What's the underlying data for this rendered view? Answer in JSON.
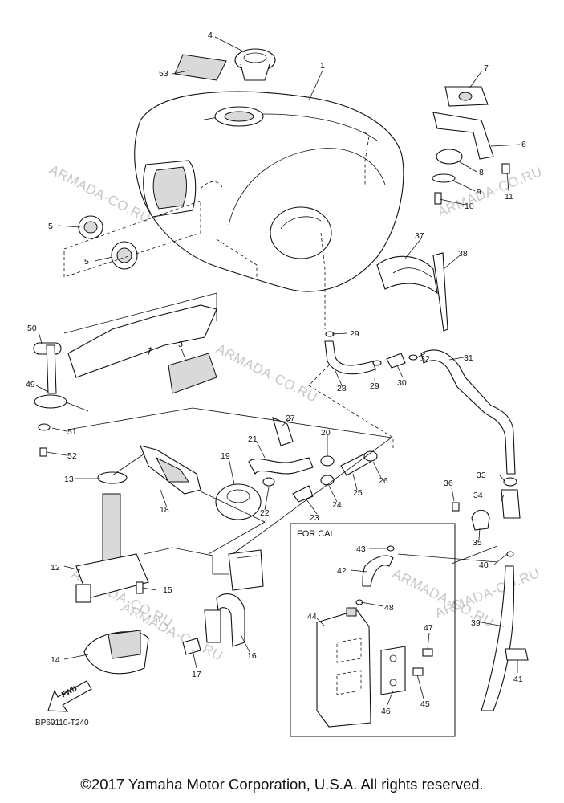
{
  "watermarks": [
    "ARMADA-CO.RU",
    "ARMADA-CO.RU",
    "ARMADA-CO.RU",
    "ARMADA-CO.RU",
    "ARMADA-CO.RU",
    "ARMADA-CO.RU",
    "ARMADA-CO.RU"
  ],
  "callouts": [
    "1",
    "2",
    "3",
    "4",
    "5",
    "5",
    "6",
    "7",
    "8",
    "9",
    "10",
    "11",
    "12",
    "13",
    "14",
    "15",
    "16",
    "17",
    "18",
    "19",
    "20",
    "21",
    "22",
    "23",
    "24",
    "25",
    "26",
    "27",
    "28",
    "29",
    "29",
    "30",
    "31",
    "32",
    "33",
    "34",
    "35",
    "36",
    "37",
    "38",
    "39",
    "40",
    "41",
    "42",
    "43",
    "44",
    "45",
    "46",
    "47",
    "48",
    "49",
    "50",
    "51",
    "52",
    "53"
  ],
  "inset_label": "FOR CAL",
  "figure_code": "BP69110-T240",
  "fwd_label": "FWD",
  "footer": "©2017 Yamaha Motor Corporation, U.S.A. All rights reserved."
}
